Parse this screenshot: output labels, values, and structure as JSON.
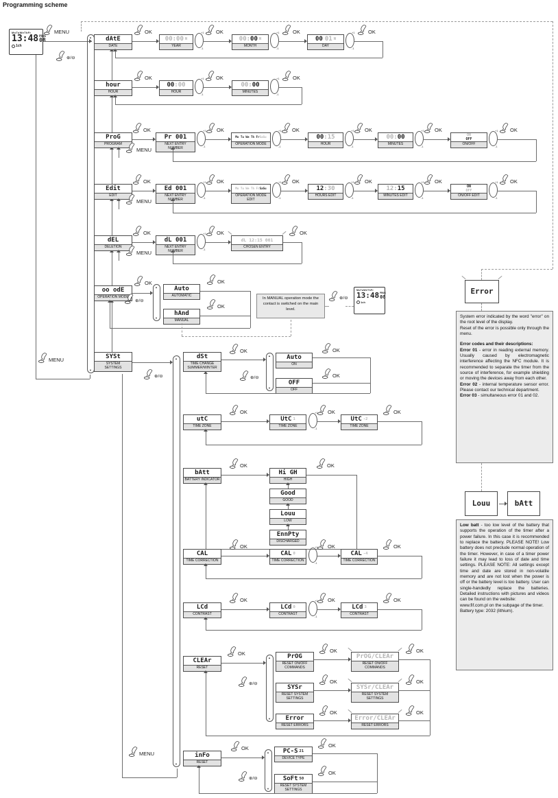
{
  "title": "Programming scheme",
  "buttons": {
    "ok": "OK",
    "menu": "MENU",
    "pm": "⊕/⊖"
  },
  "rotary": {
    "up": "+1",
    "down": "-1"
  },
  "colors": {
    "line": "#6b6b6b",
    "panel_bg": "#ececec",
    "dim_segment": "#b4b4b4",
    "label_bg": "#e2e2e2"
  },
  "root_display": {
    "days": "MoTuWeThFr",
    "time": "13:48",
    "seconds": "08",
    "prog": "PROG",
    "channel": "1ch"
  },
  "r": {
    "date": {
      "item": {
        "v": "dAtE",
        "l": "DATE"
      },
      "year": {
        "m": "00:00",
        "s": "N",
        "l": "YEAR"
      },
      "month": {
        "m": "00:",
        "b": "00",
        "s": "N",
        "l": "MONTH"
      },
      "day": {
        "b": "00",
        "m": "01",
        "s": "N",
        "l": "DAY"
      }
    },
    "hour": {
      "item": {
        "v": "hour",
        "l": "HOUR"
      },
      "h": {
        "b": "00",
        "m": ":00",
        "l": "HOUR"
      },
      "min": {
        "m": "00:",
        "b": "00",
        "l": "MINUTES"
      }
    },
    "prog": {
      "item": {
        "v": "ProG",
        "l": "PROGRAM"
      },
      "entry": {
        "v": "Pr 001",
        "l": "NEXT ENTRY NUMBER"
      },
      "opmode": {
        "b": "Mo Tu We Th Fr",
        "m": "SaSu",
        "l": "OPERATION MODE"
      },
      "h": {
        "b": "00",
        "m": ":15",
        "l": "HOUR"
      },
      "min": {
        "m": "00:",
        "b": "00",
        "l": "MINUTES"
      },
      "onoff": {
        "m": "ON",
        "b": "OFF",
        "l": "ON/OFF"
      }
    },
    "edit": {
      "item": {
        "v": "Edit",
        "l": "EDIT"
      },
      "entry": {
        "v": "Ed 001",
        "l": "NEXT ENTRY NUMBER"
      },
      "opmode": {
        "m": "Mo Tu We Th Fr",
        "b": "SaSu",
        "l": "OPERATION MODE EDIT"
      },
      "h": {
        "b": "12",
        "m": ":30",
        "l": "HOURS EDIT"
      },
      "min": {
        "m": "12:",
        "b": "15",
        "l": "MINUTES EDIT"
      },
      "onoff": {
        "b": "ON",
        "m": "OFF",
        "l": "ON/OFF EDIT"
      }
    },
    "del": {
      "item": {
        "v": "dEL",
        "l": "DELETION"
      },
      "entry": {
        "v": "dL 001",
        "l": "NEXT ENTRY NUMBER"
      },
      "chosen": {
        "v": "dL 12:15 001",
        "l": "CHOSEN ENTRY"
      }
    },
    "mode": {
      "item": {
        "v": "oo odE",
        "l": "OPERATION MODE"
      },
      "auto": {
        "v": "Auto",
        "l": "AUTOMATIC"
      },
      "hand": {
        "v": "hAnd",
        "l": "MANUAL"
      },
      "note": "In MANUAL operation mode the contact is switched on the main level."
    },
    "syst": {
      "item": {
        "v": "SYSt",
        "l": "SYSTEM\nSETTINGS"
      }
    },
    "dst": {
      "item": {
        "v": "dSt",
        "l": "TIME CHANGE\nSUMMER/WINTER"
      },
      "on": {
        "v": "Auto",
        "l": "ON"
      },
      "off": {
        "v": "OFF",
        "l": "OFF"
      }
    },
    "utc": {
      "item": {
        "v": "utC",
        "l": "TIME ZONE"
      },
      "v1": {
        "v": "UtC",
        "s": "1",
        "l": "TIME ZONE"
      },
      "v2": {
        "v": "UtC",
        "s": "-2",
        "l": "TIME ZONE"
      }
    },
    "batt": {
      "item": {
        "v": "bAtt",
        "l": "BATTERY INDICATOR"
      },
      "high": {
        "v": "Hi GH",
        "l": "HIGH"
      },
      "good": {
        "v": "Good",
        "l": "GOOD"
      },
      "low": {
        "v": "Louu",
        "l": "LOW"
      },
      "empty": {
        "v": "EnnPty",
        "l": "DISCHARGED"
      }
    },
    "cal": {
      "item": {
        "v": "CAL",
        "l": "TIME CORRECTION"
      },
      "v1": {
        "v": "CAL",
        "s": "0",
        "l": "TIME CORRECTION"
      },
      "v2": {
        "v": "CAL",
        "s": "-4",
        "l": "TIME CORRECTION"
      }
    },
    "lcd": {
      "item": {
        "v": "LCd",
        "l": "CONTRAST"
      },
      "v1": {
        "v": "LCd",
        "s": "0",
        "l": "CONTRAST"
      },
      "v2": {
        "v": "LCd",
        "s": "3",
        "l": "CONTRAST"
      }
    },
    "clear": {
      "item": {
        "v": "CLEAr",
        "l": "RESET"
      },
      "prog": {
        "v": "PrOG",
        "l": "RESET ON/OFF\nCOMMANDS"
      },
      "progc": {
        "v": "PrOG/CLEAr",
        "l": "RESET ON/OFF\nCOMMANDS"
      },
      "sysr": {
        "v": "SYSr",
        "l": "RESET SYSTEM\nSETTINGS"
      },
      "sysrc": {
        "v": "SYSr/CLEAr",
        "l": "RESET SYSTEM\nSETTINGS"
      },
      "err": {
        "v": "Error",
        "l": "RESET ERRORS"
      },
      "errc": {
        "v": "Error/CLEAr",
        "l": "RESET ERRORS"
      }
    },
    "info": {
      "item": {
        "v": "inFo",
        "l": "RESET"
      },
      "device": {
        "v": "PC-S",
        "s": "21",
        "l": "DEVICE TYPE"
      },
      "soft": {
        "v": "SoFt",
        "s": "50",
        "l": "RESET SYSTEM\nSETTINGS"
      }
    }
  },
  "right": {
    "error_display": "Error",
    "error_panel": {
      "p1": "System error indicated by the word \"error\" on the root level of the display.",
      "p2": "Reset of the error is possible only through the menu.",
      "h": "Error codes and their descriptions:",
      "e1l": "Error 01",
      "e1t": " - error in reading external memory. Usually caused by electromagnetic interference affecting the NFC module. It is recommended to separate the timer from the source of interference, for example shielding or moving the devices away from each other.",
      "e2l": "Error 02",
      "e2t": " - internal temperature sensor error. Please contact our technical department.",
      "e3l": "Error 03",
      "e3t": " - simultaneous error 01 and 02."
    },
    "low": {
      "left": "Louu",
      "right": "bAtt",
      "lead": "Low batt",
      "t1": " - too low level of the battery that supports the operation of the timer after a power failure. In this case it is recommended to replace the battery. PLEASE NOTE! Low battery does not preclude normal operation of the timer. However, in case of a timer power failure it may lead to loss of date and time settings. PLEASE NOTE: All settings except time and date are stored in non-volatile memory and are not lost when the power is off or the battery level is too battery. User can single-handedly replace the batteries. Detailed instructions with pictures and videos can be found on the website:",
      "web": "www.fif.com.pl on the subpage of the timer.",
      "batt": "Battery type: 2032 (lithium)."
    }
  }
}
